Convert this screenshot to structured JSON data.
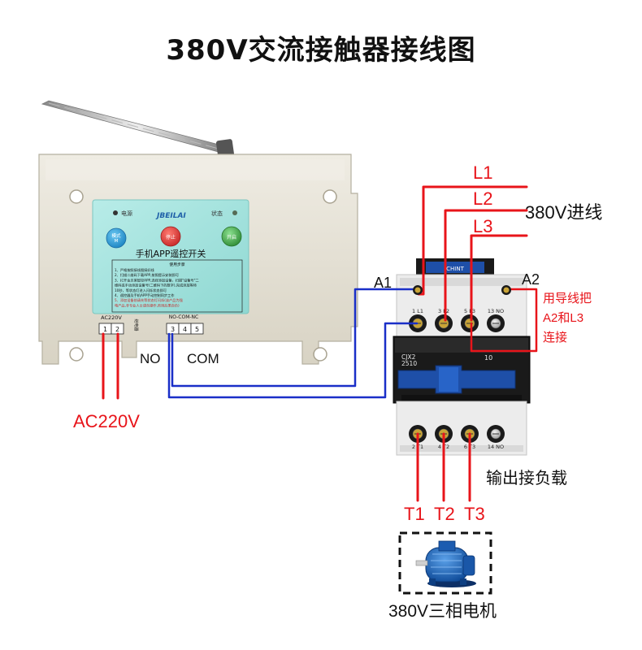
{
  "title": "380V交流接触器接线图",
  "controller": {
    "brand": "JBEILAI",
    "power_label": "电源",
    "status_label": "状态",
    "buttons": [
      {
        "label": "模式\nM",
        "color": "#2a9fd6"
      },
      {
        "label": "停止",
        "color": "#e53935"
      },
      {
        "label": "开启",
        "color": "#4caf50"
      }
    ],
    "panel_title": "手机APP遥控开关",
    "steps_title": "使用步骤",
    "steps": [
      "1、严格按照接线图接好线",
      "2、扫描二维码下载APP,按照提示安装即可",
      "3、打开金贝莱智控APP,选择添加设备，扫描\"设备号\"二",
      "维码或手动添加设备号(二维码下的数字),完成添加等待",
      "10秒，等状态灯进入闪烁状态即可",
      "4、遥控器及手机APP手动控制同步工作",
      "5、添加设备前请先等状态灯闪烁(该产品为强",
      "电产品,非专业人士请勿操作,否则后果自负)"
    ],
    "terminal_ac_label": "AC220V",
    "terminal_ac": [
      "1",
      "2"
    ],
    "terminal_relay_label": "NO-COM-NC",
    "terminal_relay": [
      "3",
      "4",
      "5"
    ],
    "tail_label": "继电器"
  },
  "contactor": {
    "model": "CJX2\n2510",
    "number": "10",
    "top_terminals": [
      "1 L1",
      "3 L2",
      "5 L3",
      "13 NO"
    ],
    "bottom_terminals": [
      "2 T1",
      "4 T2",
      "6 T3",
      "14 NO"
    ],
    "top_brand": "CHINT"
  },
  "labels": {
    "L1": "L1",
    "L2": "L2",
    "L3": "L3",
    "input": "380V进线",
    "A1": "A1",
    "A2": "A2",
    "note1": "用导线把",
    "note2": "A2和L3",
    "note3": "连接",
    "no": "NO",
    "com": "COM",
    "ac220": "AC220V",
    "output": "输出接负载",
    "T1": "T1",
    "T2": "T2",
    "T3": "T3",
    "motor": "380V三相电机"
  },
  "colors": {
    "red_wire": "#e8141a",
    "blue_wire": "#1a2fc8",
    "housing": "#e8e4d8",
    "panel": "#9fe0dc",
    "contactor_body": "#1a1a1a",
    "contactor_light": "#ececec",
    "contactor_blue": "#1e4fa8"
  }
}
